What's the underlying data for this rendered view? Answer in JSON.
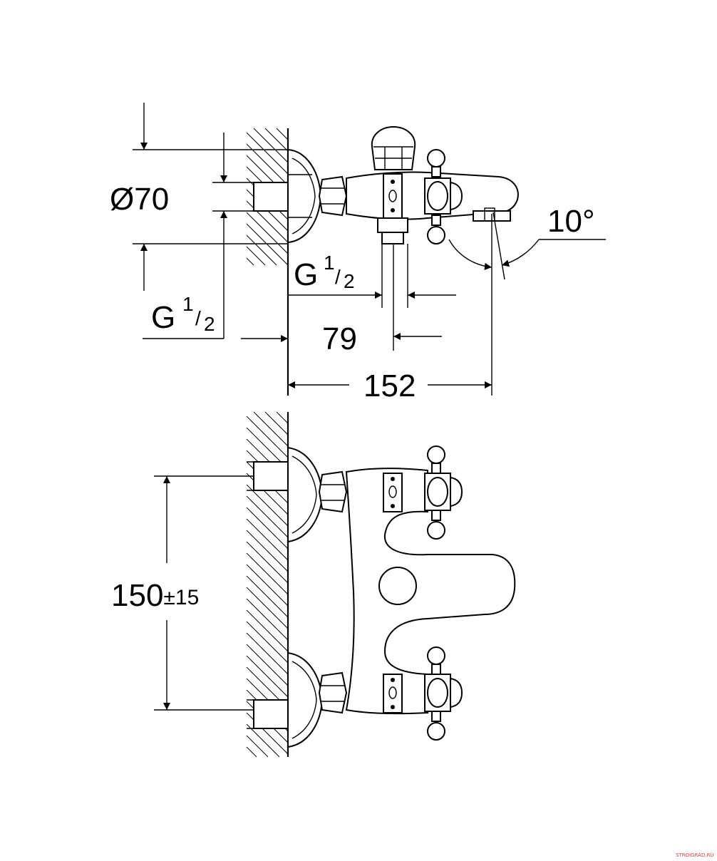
{
  "labels": {
    "diameter": "Ø70",
    "thread_top_main": "G",
    "thread_top_num": "1",
    "thread_top_den": "2",
    "thread_left_main": "G",
    "thread_left_num": "1",
    "thread_left_den": "2",
    "dim_79": "79",
    "dim_152": "152",
    "angle": "10°",
    "dim_150": "150",
    "dim_150_tol": "±15"
  },
  "watermark": "STROIGRAD.RU",
  "colors": {
    "line": "#000000",
    "background": "#ffffff"
  }
}
